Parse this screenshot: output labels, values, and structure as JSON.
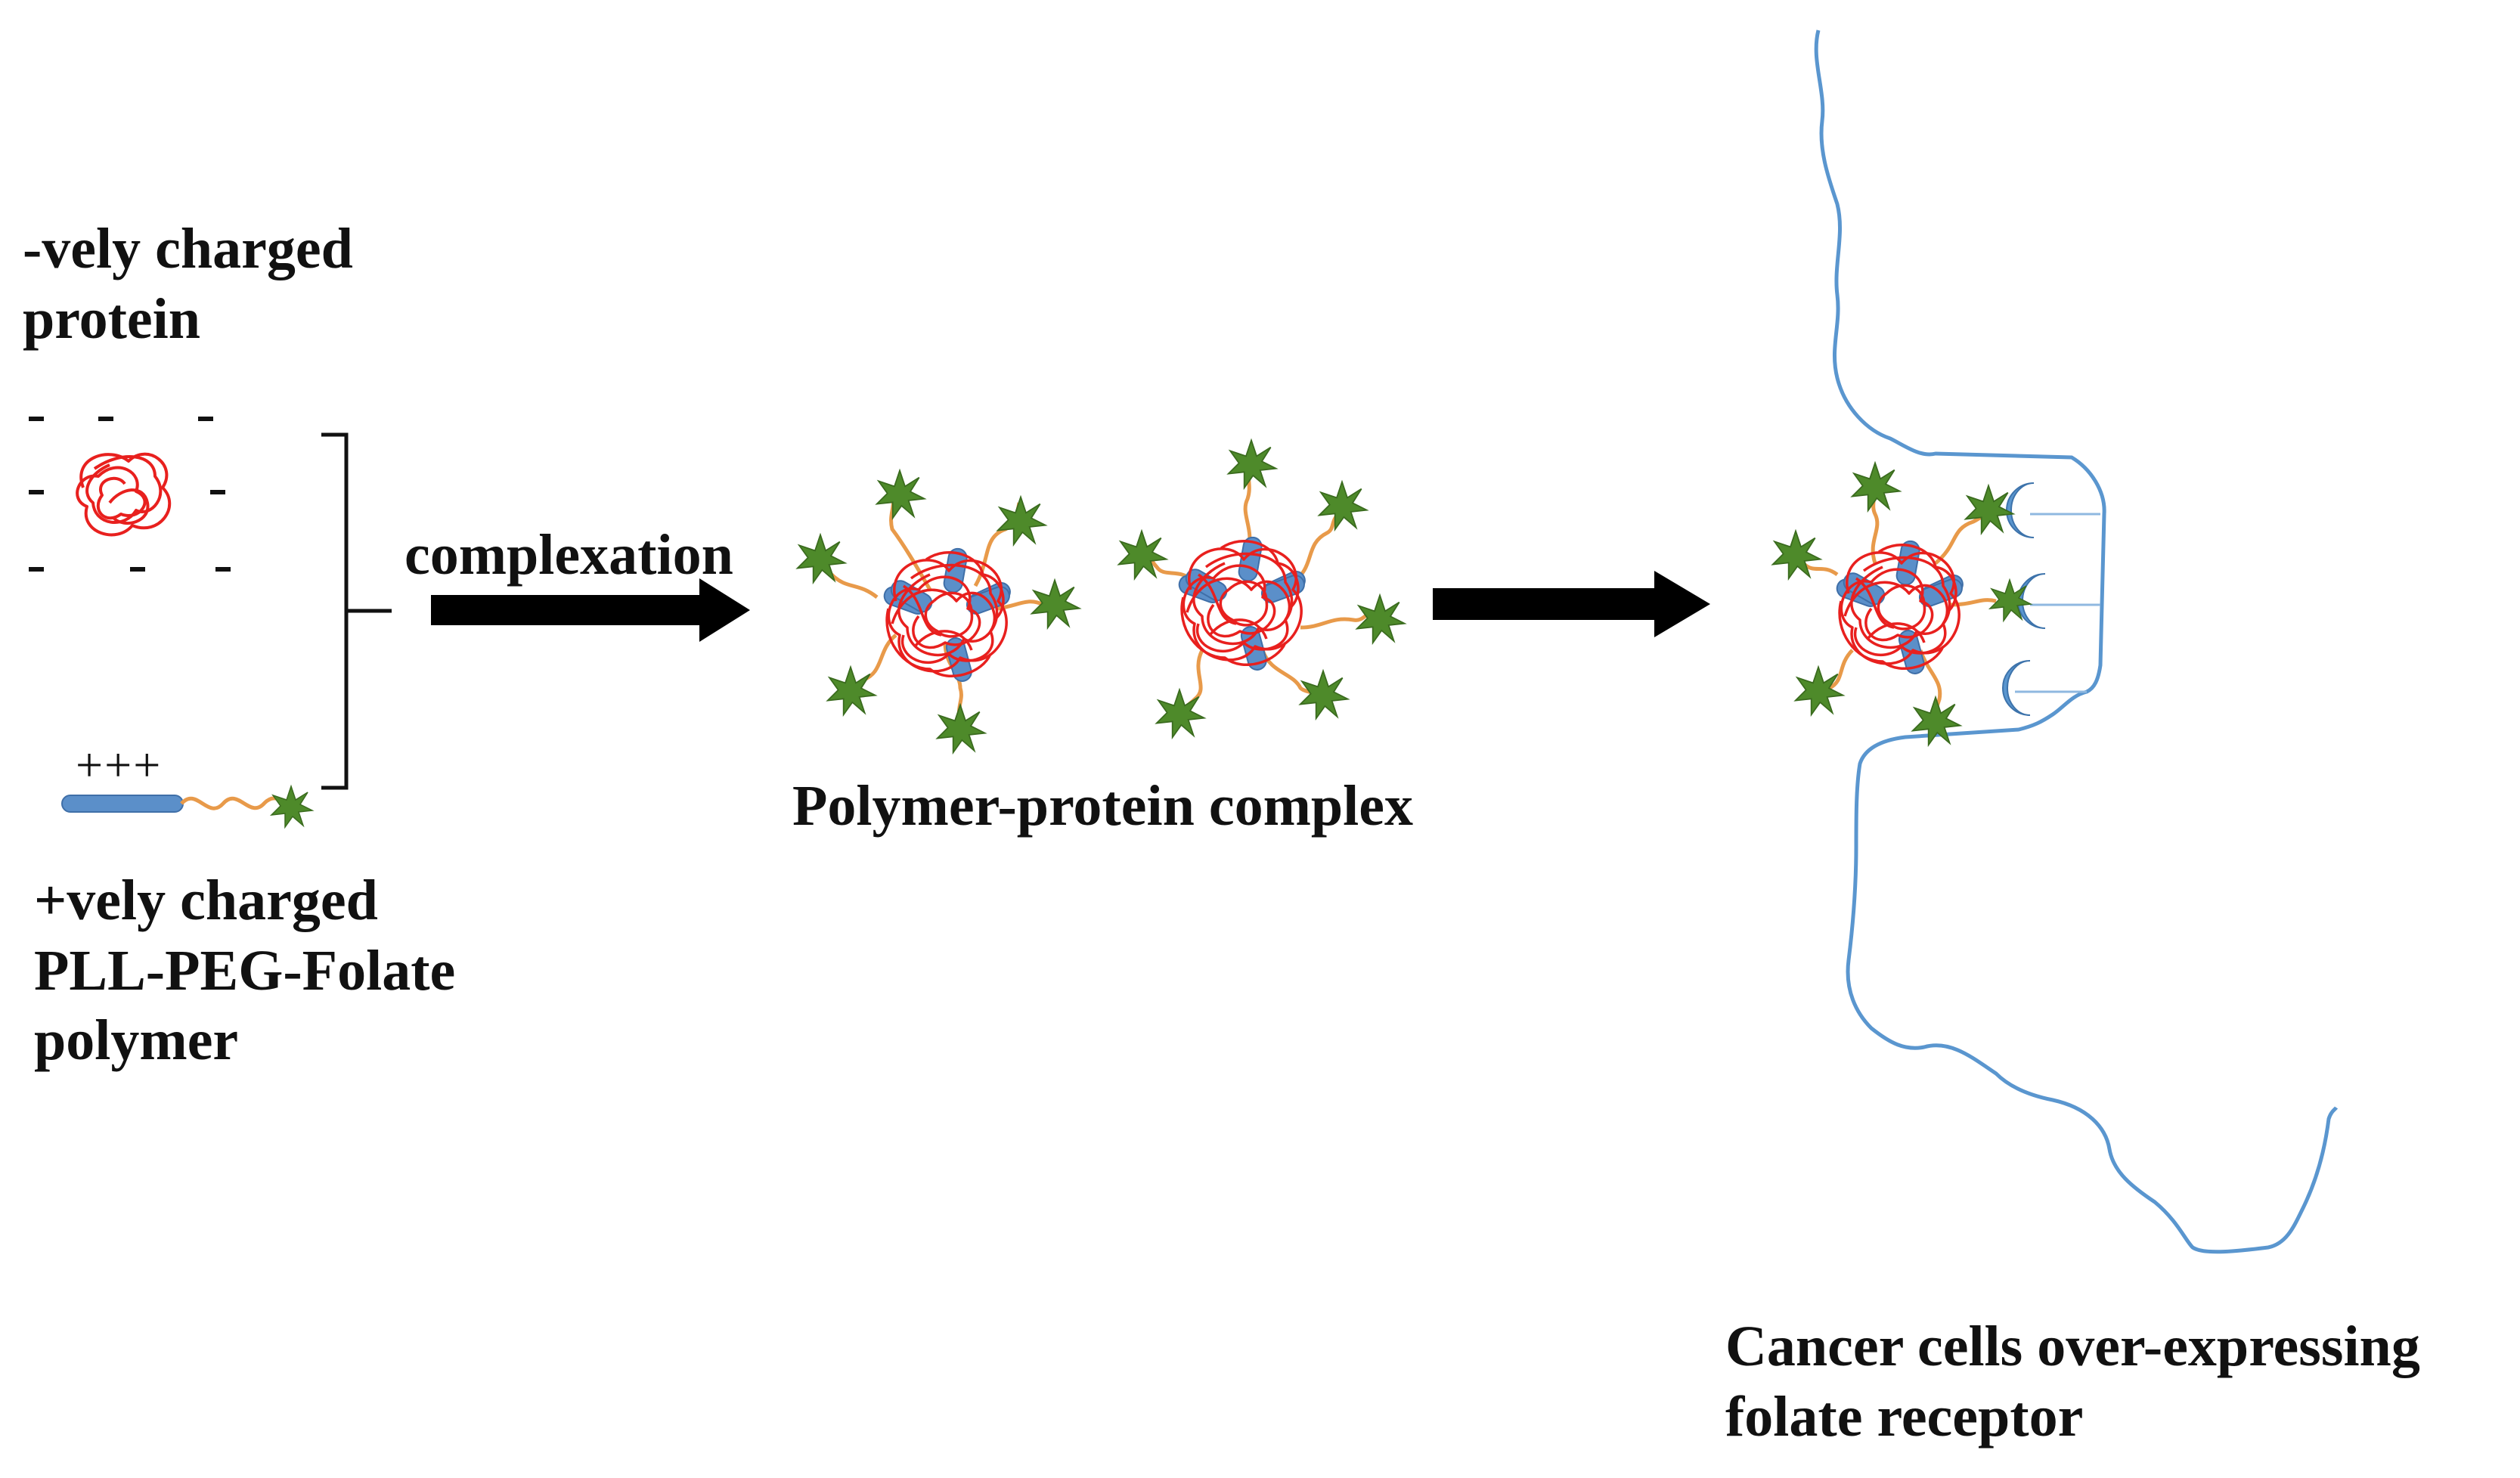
{
  "labels": {
    "negative_protein": [
      "-vely charged",
      "protein"
    ],
    "positive_polymer": [
      "+vely charged",
      "PLL-PEG-Folate",
      "polymer"
    ],
    "complexation": "complexation",
    "complex": "Polymer-protein complex",
    "cancer_cells": [
      "Cancer cells over-expressing",
      "folate receptor"
    ]
  },
  "symbols": {
    "negative_charge": "-",
    "positive_charges": "+++"
  },
  "icons": {
    "protein": "tangled-red-coil-icon",
    "polymer_backbone": "blue-rod-icon",
    "peg_chain": "orange-wavy-chain-icon",
    "folate": "green-star-icon",
    "receptor": "blue-crescent-receptor-icon",
    "membrane": "blue-cell-membrane-outline",
    "arrow": "black-right-arrow-icon"
  },
  "colors": {
    "protein": "#e8201e",
    "polymer": "#5b8fc9",
    "peg": "#e89a4a",
    "folate": "#4e8a2a",
    "membrane": "#5a96cf",
    "text": "#111111",
    "arrow": "#000000"
  }
}
